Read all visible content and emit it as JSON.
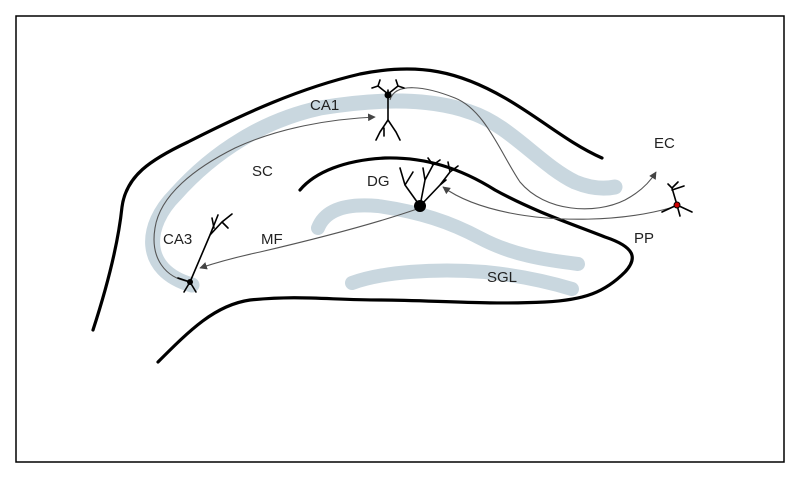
{
  "labels": {
    "ca1": "CA1",
    "ca3": "CA3",
    "sc": "SC",
    "mf": "MF",
    "dg": "DG",
    "ec": "EC",
    "pp": "PP",
    "sgl": "SGL"
  },
  "colors": {
    "frame": "#000000",
    "outline": "#000000",
    "cell_layer": "#c9d7df",
    "pathway": "#555555",
    "neuron": "#000000",
    "ec_soma": "#cc0000"
  }
}
